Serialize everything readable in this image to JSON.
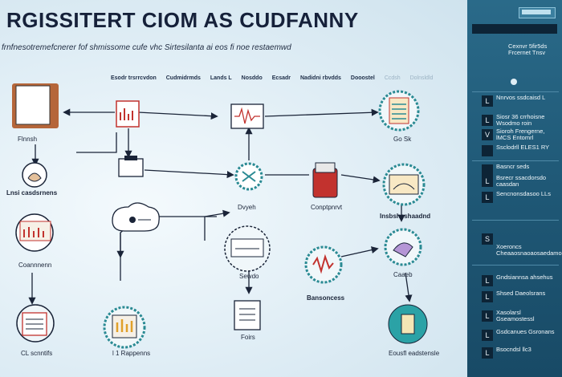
{
  "title": "RGISSITERT CIOM AS CUDFANNY",
  "subtitle": "frnfnesotremefcnerer fof shmissome cufe vhc Sirtesilanta ai eos fi noe restaemwd",
  "legend_row": [
    "Esodr trsrrcvdon",
    "Cudmidrmds",
    "Lands L",
    "Nosddo",
    "Ecsadr",
    "Nadidni rbvdds",
    "Dooostel"
  ],
  "legend_row_faded": [
    "Ccdsh",
    "Dolnsldld"
  ],
  "nodes": {
    "folder": "Flnnsh",
    "person_top": "Lnsi casdsrnens",
    "wave_box": "",
    "factory": "Coannnenn",
    "ledger": "CL scnntifs",
    "coins": "l 1 Rappenns",
    "gear_center": "Dvyeh",
    "gear_left": "Sewdo",
    "doc_bottom": "Foirs",
    "robot": "Conptpnrvt",
    "tele": "Bansoncess",
    "badge_top": "Go Sk",
    "clock_right": "Insbsheshaadnd",
    "note_right": "Caaeb",
    "bottle_right": "Eousfl eadstensle"
  },
  "panel": {
    "top_text": "Cexnvr 5fir5ds Frcernet Tnsv",
    "items": [
      {
        "check": "",
        "text": ""
      },
      {
        "check": "L",
        "text": "Nnrvos ssdcaisd L"
      },
      {
        "check": "L",
        "text": "Siosr 36 crrhoisne Wsodmo roin"
      },
      {
        "check": "V",
        "text": "Sioroh Frengerne, lMCS Entomrl"
      },
      {
        "check": "",
        "text": "Ssclodrll ELES1 RY"
      },
      {
        "check": "",
        "text": "Basncr seds"
      },
      {
        "check": "L",
        "text": "Bsrecr ssacdorsdo caasdan"
      },
      {
        "check": "L",
        "text": "Sencnonsdasoo LLs"
      },
      {
        "check": "S",
        "text": "Xoeroncs Cheaaosnaoaosaedamoes"
      },
      {
        "check": "L",
        "text": "Gndsiannsa ahsehus"
      },
      {
        "check": "L",
        "text": "Shsed Daeolsrans"
      },
      {
        "check": "L",
        "text": "Xasolarsl Gseamostessl"
      },
      {
        "check": "L",
        "text": "Gsdcanues Gsronans"
      },
      {
        "check": "L",
        "text": "Bsocndsl llc3"
      }
    ]
  },
  "colors": {
    "accent": "#1f5876",
    "ring": "#2a8a93",
    "line": "#1a2438",
    "red": "#c2322e"
  }
}
